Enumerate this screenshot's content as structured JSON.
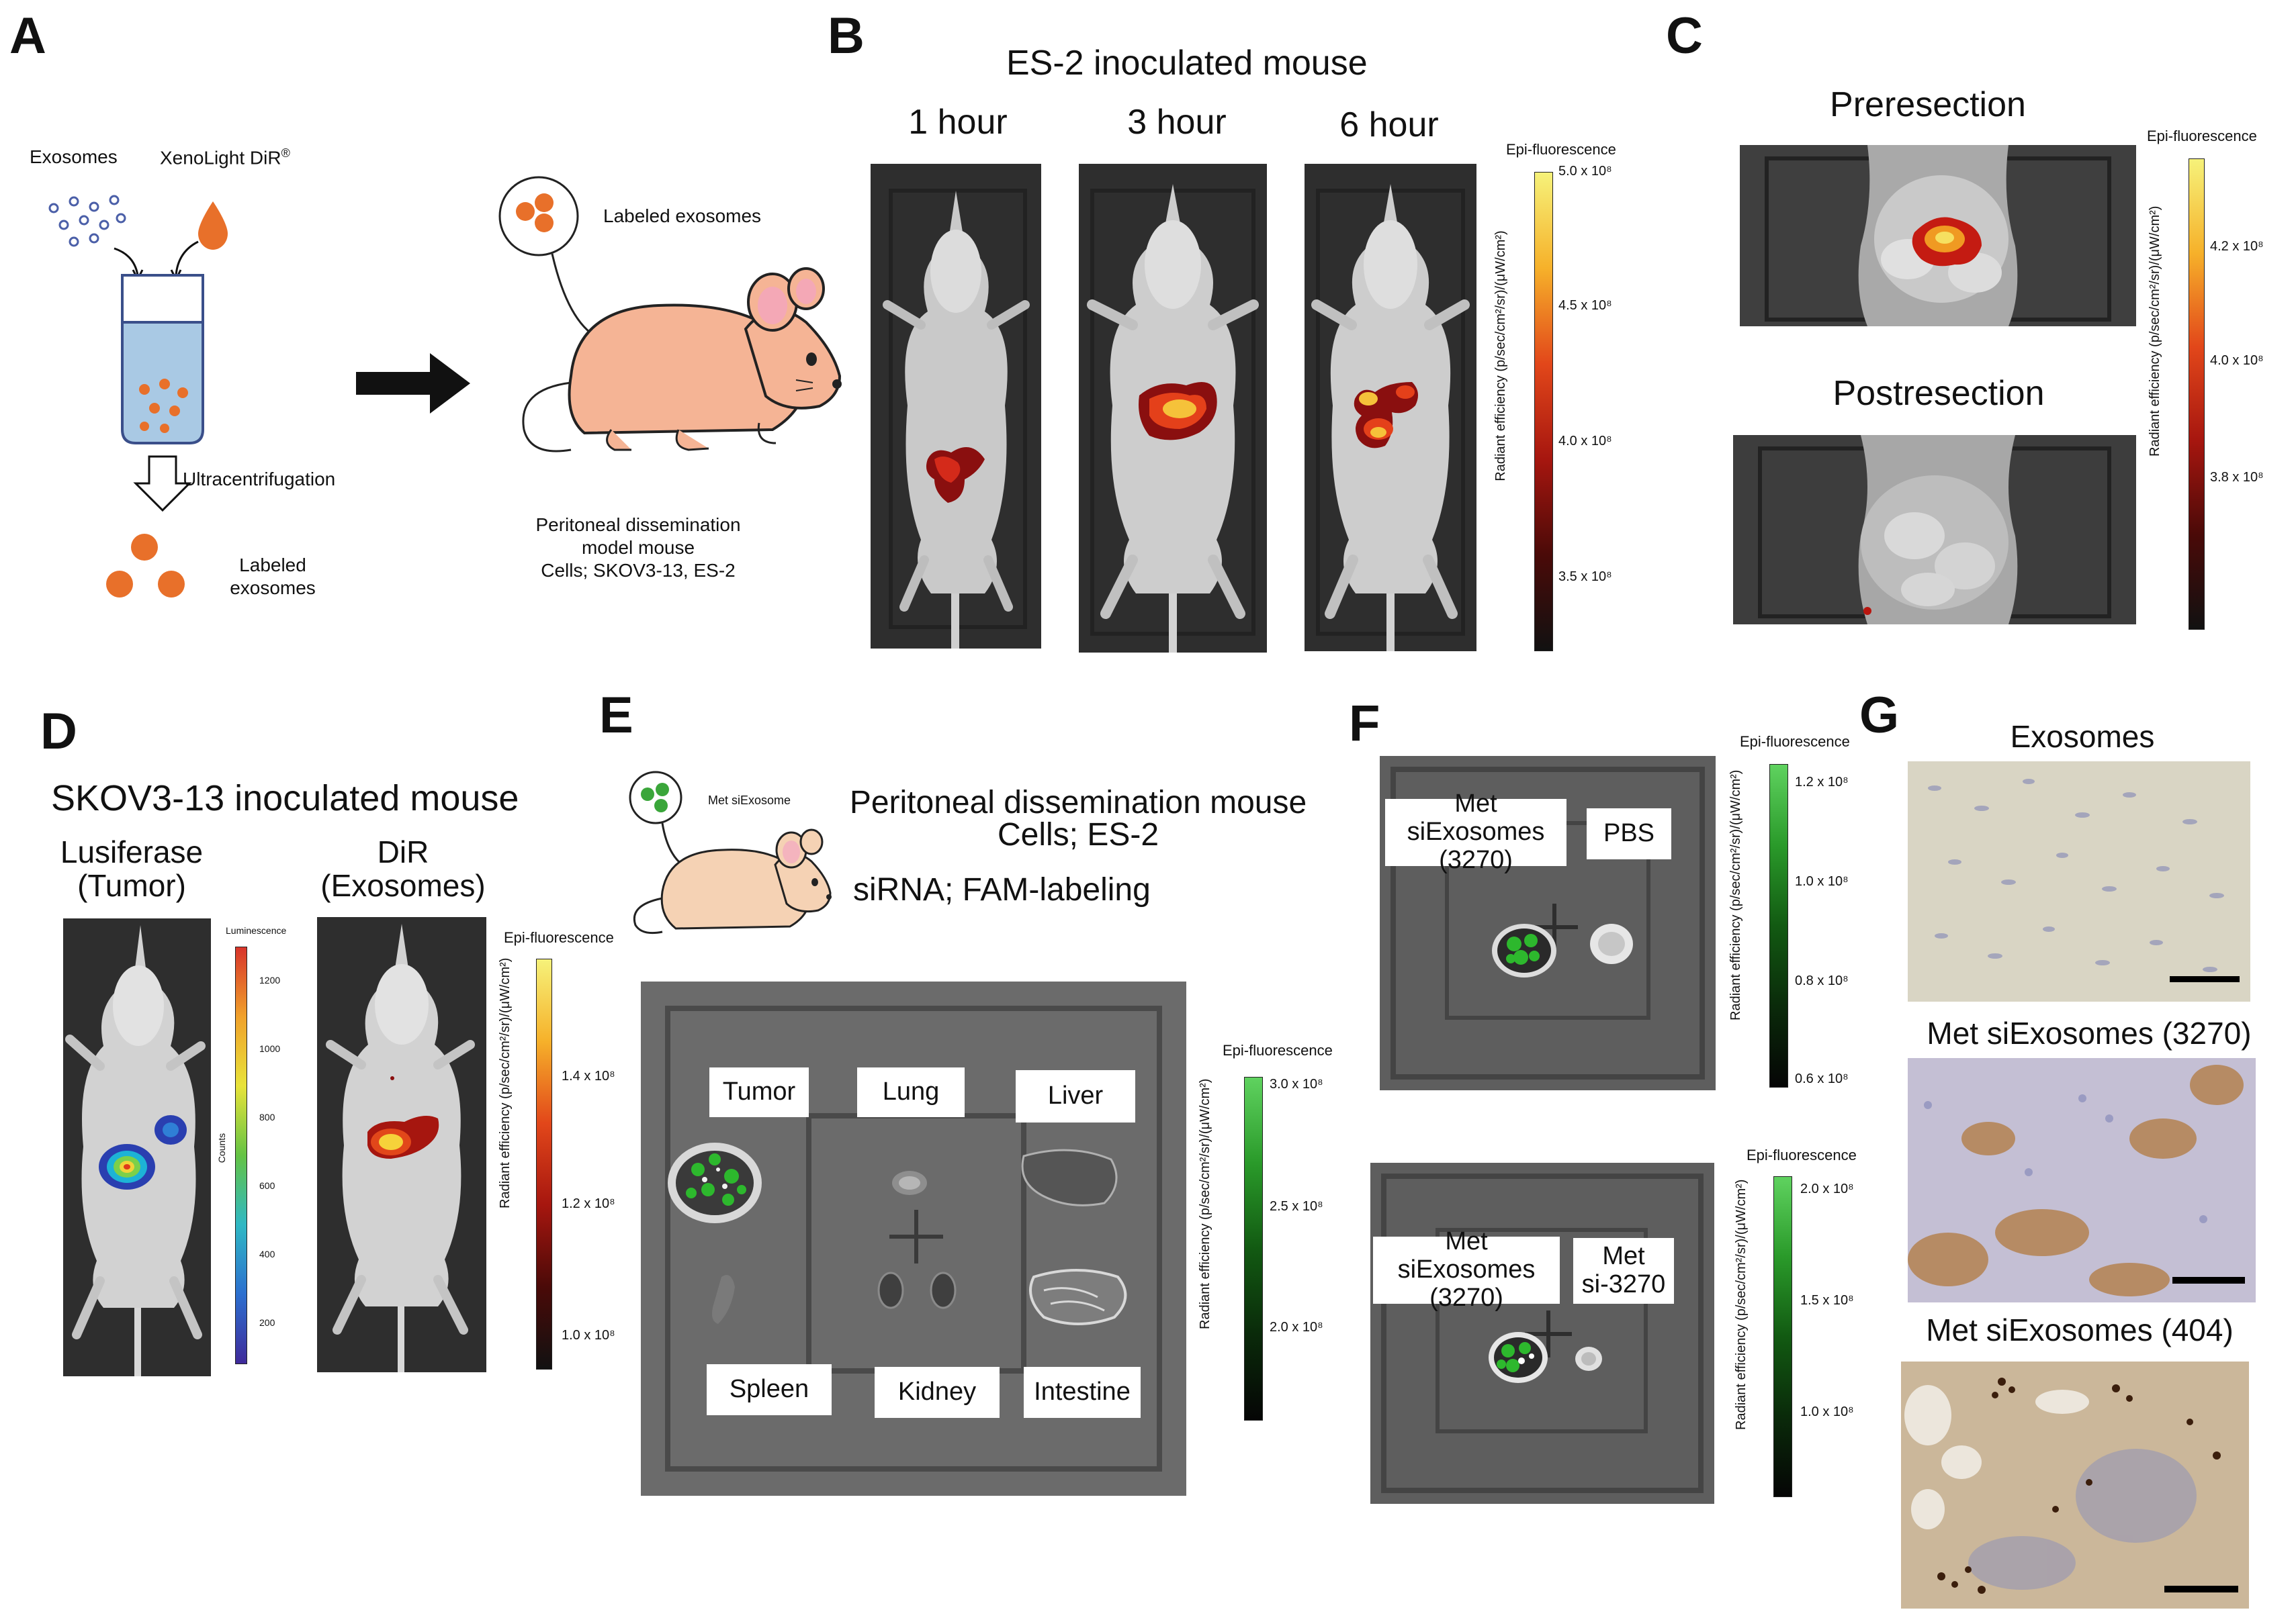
{
  "panelA": {
    "letter": "A",
    "exosomes_label": "Exosomes",
    "dye_label": "XenoLight DiR",
    "dye_sup": "®",
    "step_label": "Ultracentrifugation",
    "product_label_1": "Labeled",
    "product_label_2": "exosomes",
    "inset_label": "Labeled exosomes",
    "model_line1": "Peritoneal dissemination",
    "model_line2": "model mouse",
    "model_line3": "Cells; SKOV3-13, ES-2"
  },
  "panelB": {
    "letter": "B",
    "title": "ES-2 inoculated mouse",
    "timepoints": [
      "1 hour",
      "3 hour",
      "6 hour"
    ],
    "colorbar_title": "Epi-fluorescence",
    "colorbar_axis": "Radiant efficiency (p/sec/cm²/sr)/(μW/cm²)",
    "ticks": [
      "5.0 x 10⁸",
      "4.5 x 10⁸",
      "4.0 x 10⁸",
      "3.5 x 10⁸"
    ]
  },
  "panelC": {
    "letter": "C",
    "top_label": "Preresection",
    "bottom_label": "Postresection",
    "colorbar_title": "Epi-fluorescence",
    "colorbar_axis": "Radiant efficiency (p/sec/cm²/sr)/(μW/cm²)",
    "ticks": [
      "4.2 x 10⁸",
      "4.0 x 10⁸",
      "3.8 x 10⁸"
    ]
  },
  "panelD": {
    "letter": "D",
    "title": "SKOV3-13 inoculated mouse",
    "left_label_1": "Lusiferase",
    "left_label_2": "(Tumor)",
    "right_label_1": "DiR",
    "right_label_2": "(Exosomes)",
    "lum_title": "Luminescence",
    "lum_axis": "Counts",
    "lum_ticks": [
      "1200",
      "1000",
      "800",
      "600",
      "400",
      "200"
    ],
    "colorbar_title": "Epi-fluorescence",
    "colorbar_axis": "Radiant efficiency (p/sec/cm²/sr)/(μW/cm²)",
    "ticks": [
      "1.4 x 10⁸",
      "1.2 x 10⁸",
      "1.0 x 10⁸"
    ]
  },
  "panelE": {
    "letter": "E",
    "inset_label": "Met siExosome",
    "title_line1": "Peritoneal dissemination mouse",
    "title_line2": "Cells; ES-2",
    "title_line3": "siRNA; FAM-labeling",
    "organs": [
      "Tumor",
      "Lung",
      "Liver",
      "Spleen",
      "Kidney",
      "Intestine"
    ],
    "colorbar_title": "Epi-fluorescence",
    "colorbar_axis": "Radiant efficiency (p/sec/cm²/sr)/(μW/cm²)",
    "ticks": [
      "3.0 x 10⁸",
      "2.5 x 10⁸",
      "2.0 x 10⁸"
    ]
  },
  "panelF": {
    "letter": "F",
    "top_left_label_1": "Met siExosomes",
    "top_left_label_2": "(3270)",
    "top_right_label": "PBS",
    "bottom_left_label_1": "Met siExosomes",
    "bottom_left_label_2": "(3270)",
    "bottom_right_label_1": "Met",
    "bottom_right_label_2": "si-3270",
    "colorbar_title": "Epi-fluorescence",
    "colorbar_axis": "Radiant efficiency (p/sec/cm²/sr)/(μW/cm²)",
    "top_ticks": [
      "1.2 x 10⁸",
      "1.0 x 10⁸",
      "0.8 x 10⁸",
      "0.6 x 10⁸"
    ],
    "bottom_ticks": [
      "2.0 x 10⁸",
      "1.5 x 10⁸",
      "1.0 x 10⁸"
    ]
  },
  "panelG": {
    "letter": "G",
    "labels": [
      "Exosomes",
      "Met siExosomes (3270)",
      "Met siExosomes (404)"
    ]
  },
  "colors": {
    "exosome_orange": "#e8702a",
    "mouse_pink": "#f5b495",
    "tube_blue": "#a9c9e4",
    "green_signal": "#3aa63a",
    "histo_bg": "#d6d1be",
    "ihc_brown": "#a0692e"
  }
}
